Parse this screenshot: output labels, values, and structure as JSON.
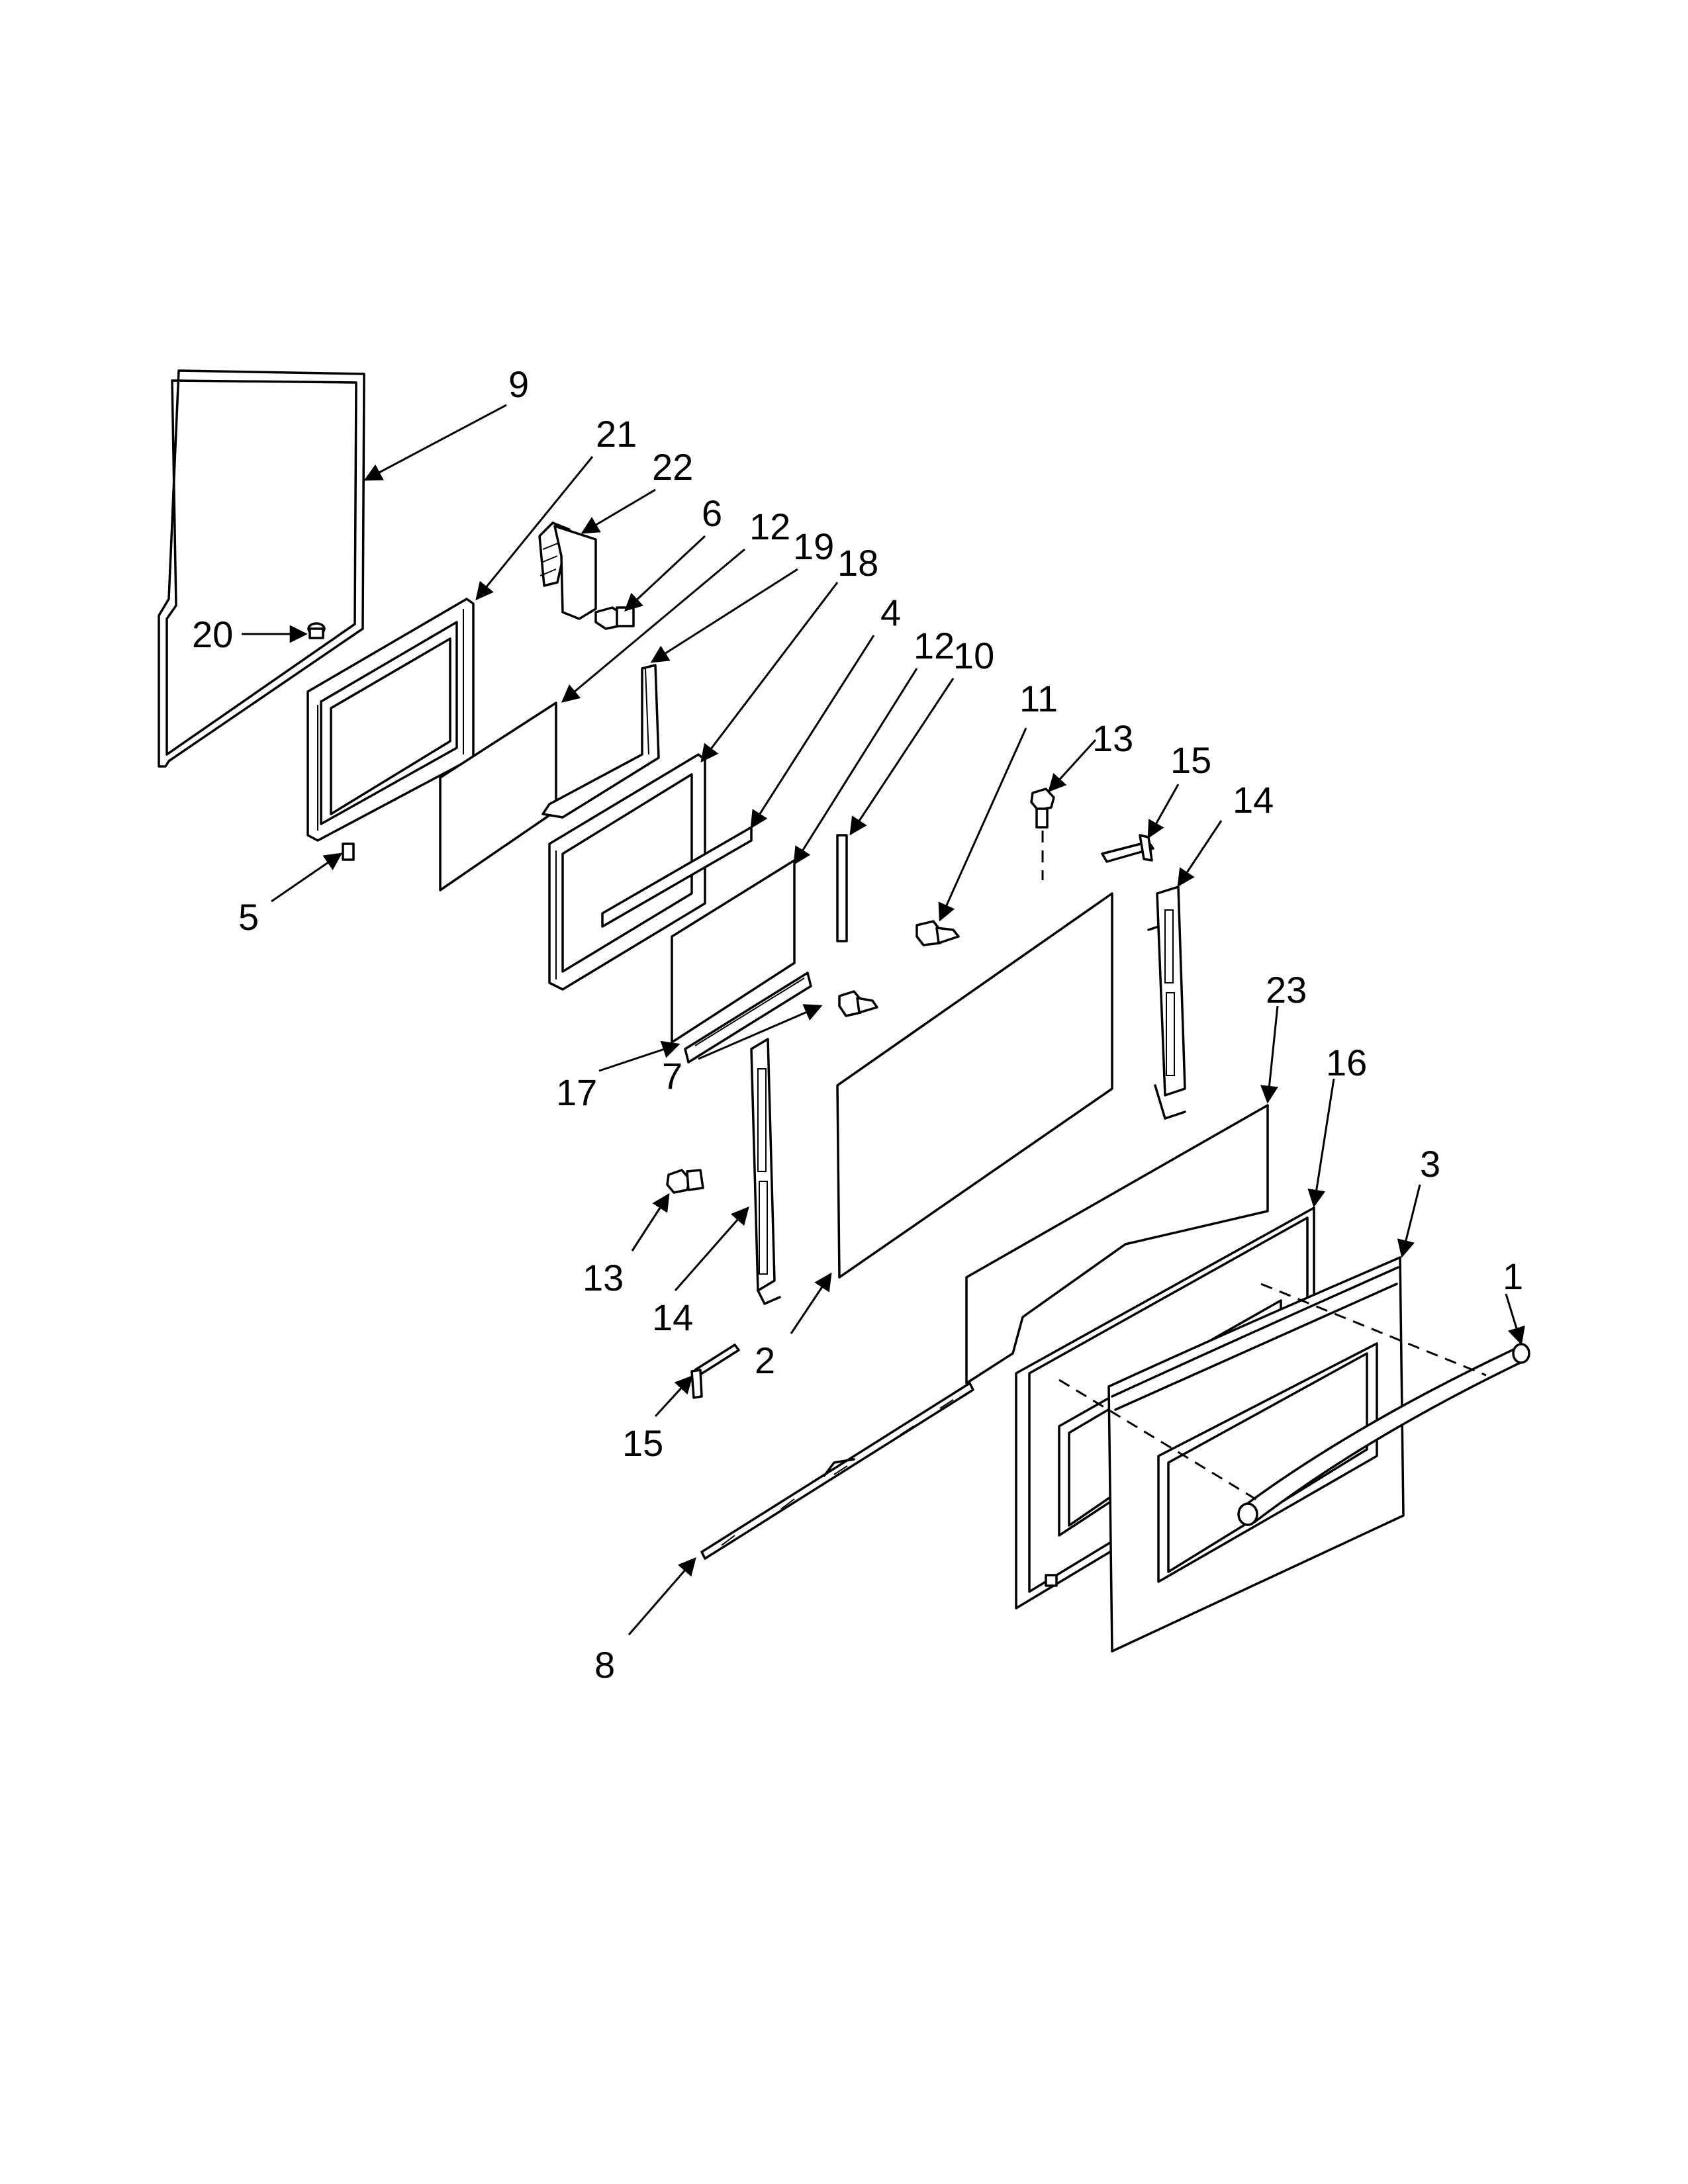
{
  "callouts": [
    {
      "id": "c9",
      "text": "9"
    },
    {
      "id": "c21",
      "text": "21"
    },
    {
      "id": "c22",
      "text": "22"
    },
    {
      "id": "c6",
      "text": "6"
    },
    {
      "id": "c12a",
      "text": "12"
    },
    {
      "id": "c19",
      "text": "19"
    },
    {
      "id": "c18",
      "text": "18"
    },
    {
      "id": "c4",
      "text": "4"
    },
    {
      "id": "c12b",
      "text": "12"
    },
    {
      "id": "c10",
      "text": "10"
    },
    {
      "id": "c11",
      "text": "11"
    },
    {
      "id": "c13a",
      "text": "13"
    },
    {
      "id": "c15a",
      "text": "15"
    },
    {
      "id": "c14a",
      "text": "14"
    },
    {
      "id": "c20",
      "text": "20"
    },
    {
      "id": "c5",
      "text": "5"
    },
    {
      "id": "c23",
      "text": "23"
    },
    {
      "id": "c16",
      "text": "16"
    },
    {
      "id": "c3",
      "text": "3"
    },
    {
      "id": "c1",
      "text": "1"
    },
    {
      "id": "c17",
      "text": "17"
    },
    {
      "id": "c7",
      "text": "7"
    },
    {
      "id": "c13b",
      "text": "13"
    },
    {
      "id": "c14b",
      "text": "14"
    },
    {
      "id": "c2",
      "text": "2"
    },
    {
      "id": "c15b",
      "text": "15"
    },
    {
      "id": "c8",
      "text": "8"
    }
  ]
}
